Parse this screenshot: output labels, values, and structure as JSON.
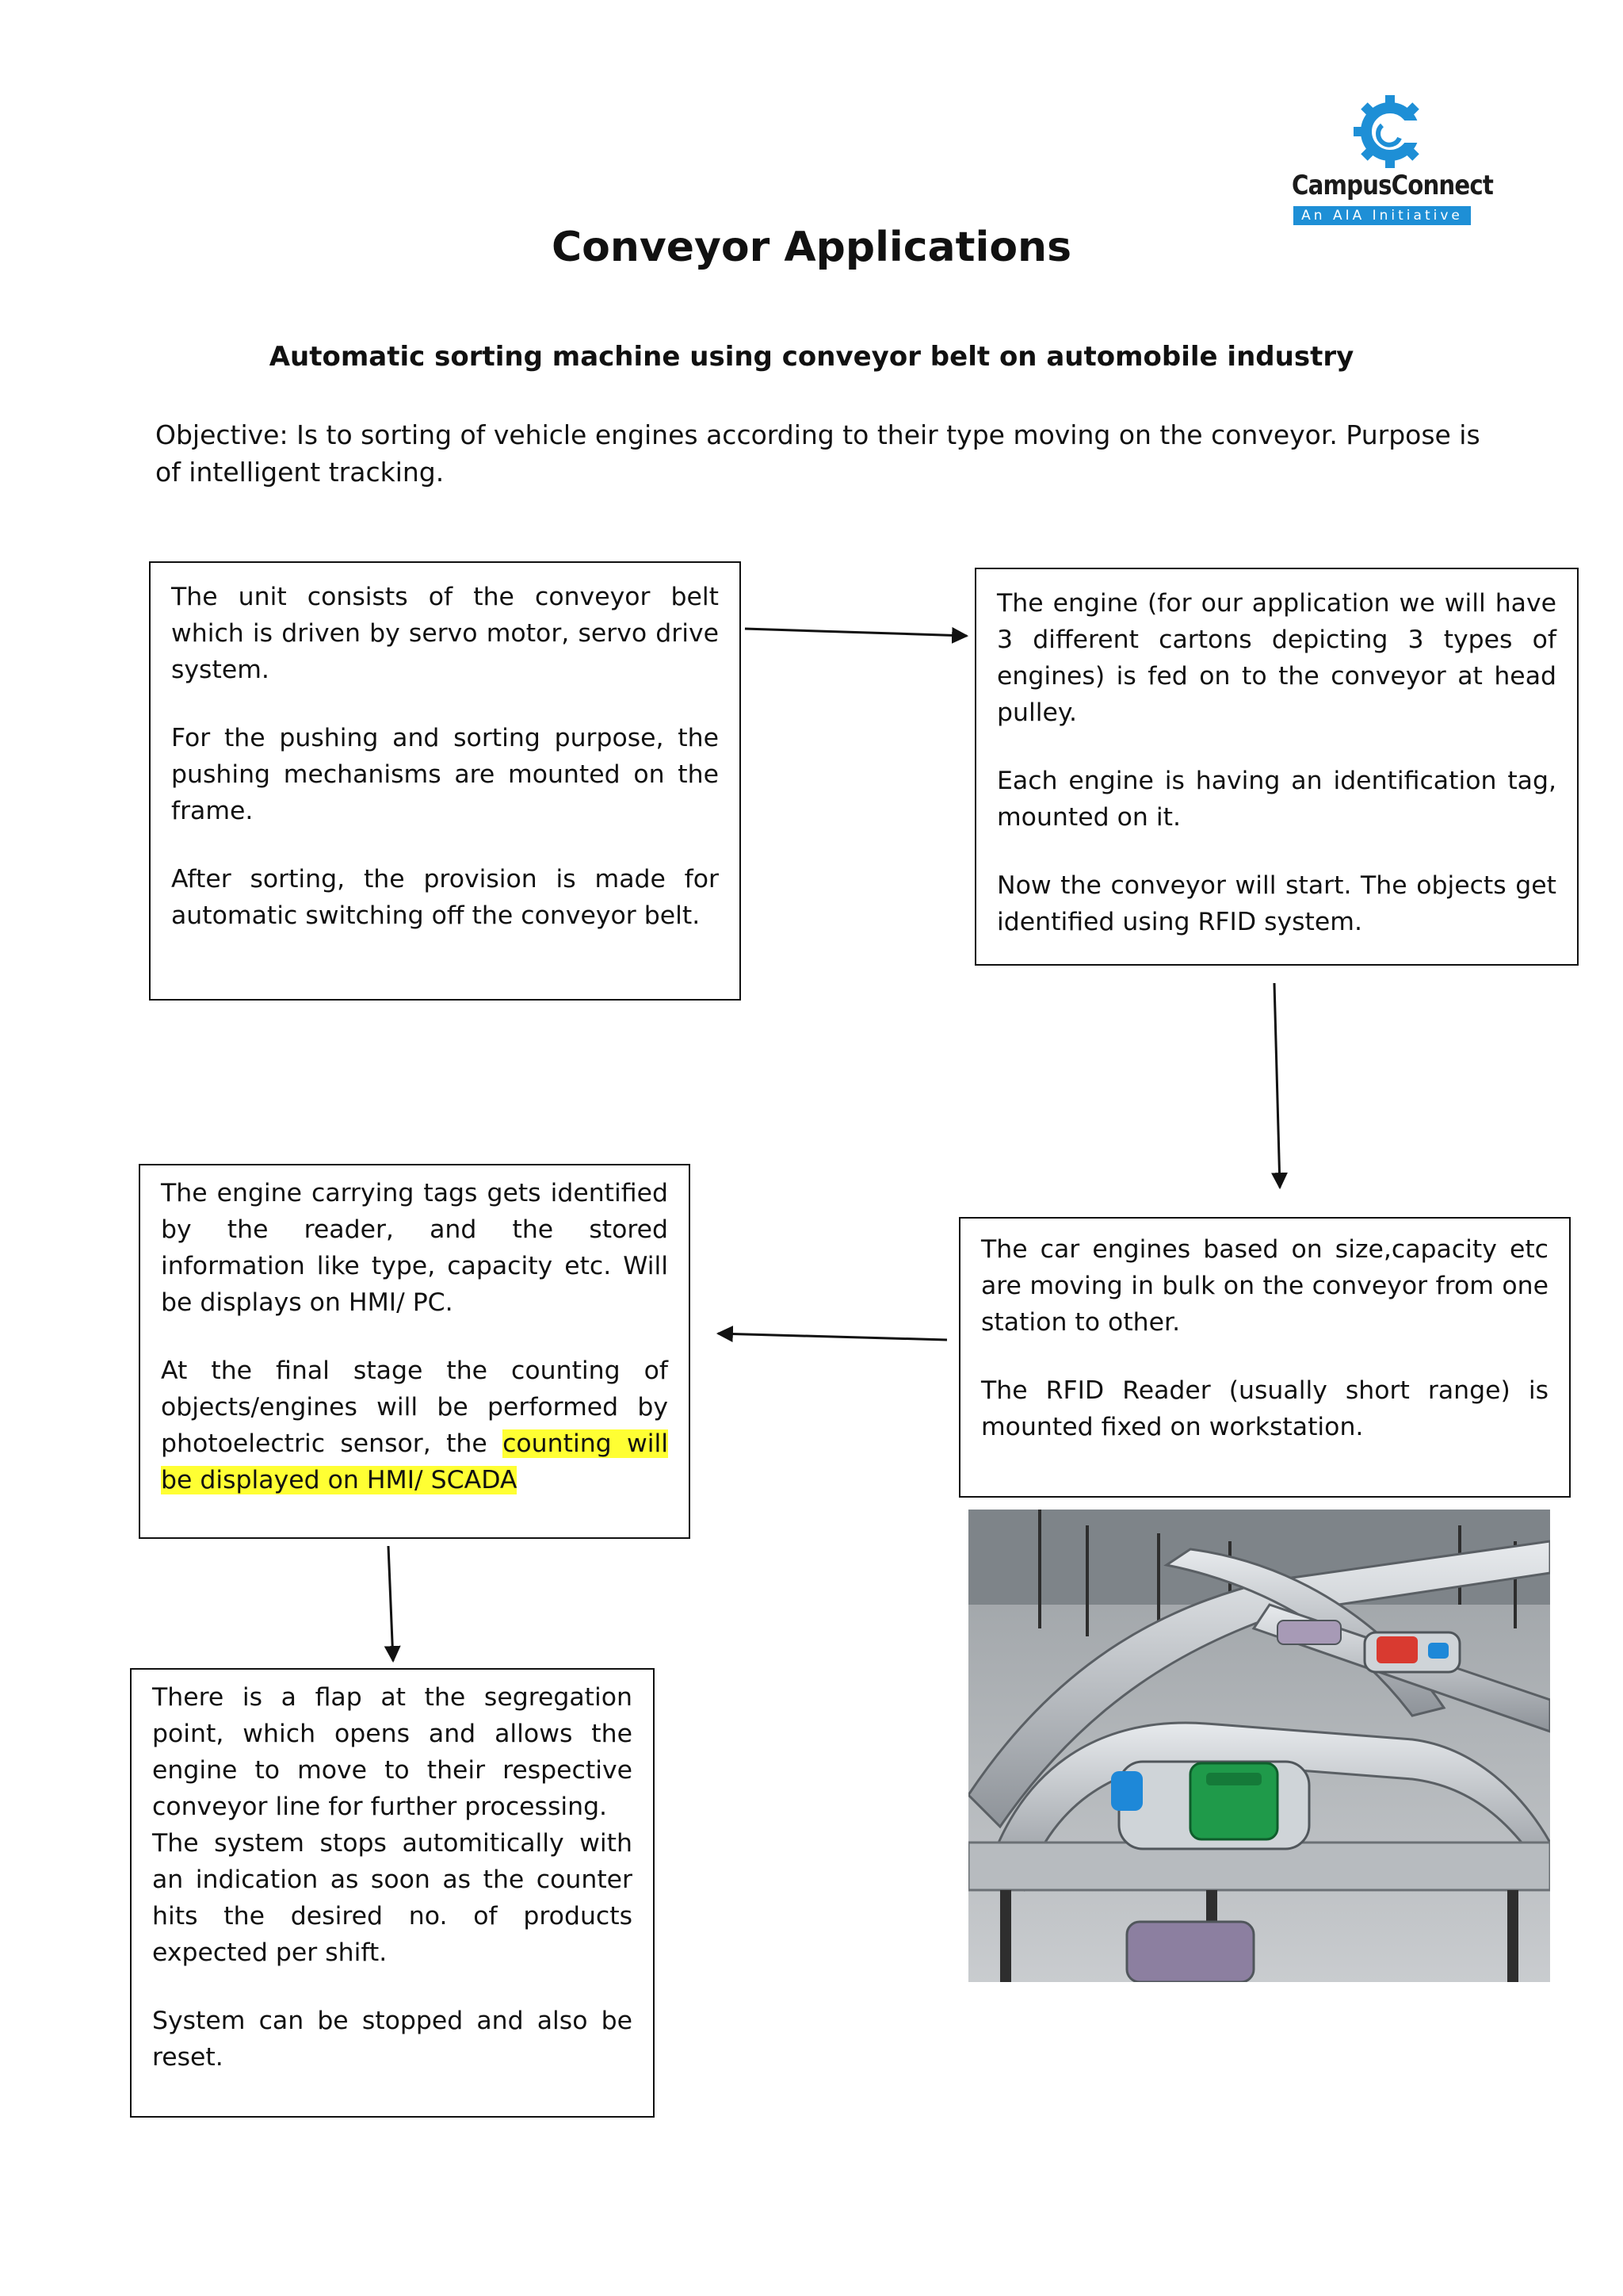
{
  "logo": {
    "name": "CampusConnect",
    "tagline": "An AIA Initiative",
    "colors": {
      "gear": "#1e8fd6",
      "text": "#1b1b1b",
      "band": "#1e8fd6"
    }
  },
  "title": "Conveyor Applications",
  "subtitle": "Automatic sorting machine using conveyor belt on automobile industry",
  "objective": "Objective: Is to sorting of vehicle engines according to their type moving on the conveyor. Purpose is of intelligent tracking.",
  "boxes": {
    "unit": {
      "p1": "The unit consists of the conveyor belt which is driven by servo motor, servo drive system.",
      "p2": "For the pushing and sorting purpose, the pushing mechanisms are mounted on the frame.",
      "p3": "After sorting, the provision is made for automatic switching off the conveyor belt."
    },
    "engine": {
      "p1": "The engine (for our application we will have 3 different cartons depicting 3 types of engines) is fed on to the conveyor at head pulley.",
      "p2": "Each engine is having an identification tag, mounted on it.",
      "p3": "Now the conveyor will start. The objects get identified using RFID system."
    },
    "bulk": {
      "p1": "The car engines based on size,capacity etc are moving in bulk on the conveyor from one station to other.",
      "p2": "The RFID Reader (usually short range) is mounted fixed on workstation."
    },
    "tags": {
      "p1": "The engine carrying tags gets identified by the reader, and the stored information like type, capacity etc. Will be displays on HMI/ PC.",
      "p2_plain": "At the final stage the counting of objects/engines will be performed by photoelectric sensor, the ",
      "p2_highlight": "counting will be displayed on HMI/ SCADA",
      "highlight_color": "#ffff33"
    },
    "flap": {
      "p1": "There is a flap at the segregation point, which opens and allows the engine to move to their respective conveyor line for further processing.",
      "p2": "The system stops automitically with an indication as soon as the counter hits the desired no. of products expected per shift.",
      "p3": "System can be stopped and also be reset."
    }
  },
  "photo": {
    "icon": "conveyor-photo"
  }
}
